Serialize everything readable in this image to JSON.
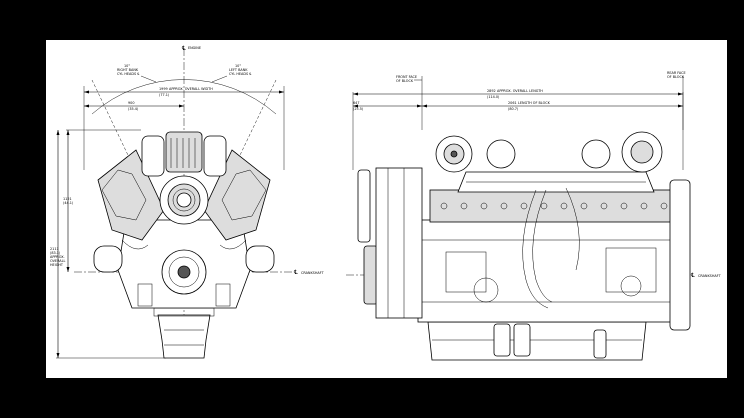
{
  "labels": {
    "engine_cl": "ENGINE",
    "right_bank_deg": "10°",
    "right_bank": "RIGHT BANK",
    "right_bank_cl": "CYL HEADS ℄",
    "left_bank_deg": "10°",
    "left_bank": "LEFT BANK",
    "left_bank_cl": "CYL HEADS ℄",
    "overall_width_mm": "1999",
    "overall_width_text": "APPROX. OVERALL WIDTH",
    "overall_width_in": "(77.1)",
    "half_width_mm": "900",
    "half_width_in": "(35.4)",
    "crank_height_mm": "1121",
    "crank_height_in": "(44.1)",
    "overall_height_mm": "2111",
    "overall_height_in": "(83.1)",
    "overall_height_text1": "APPROX.",
    "overall_height_text2": "OVERALL",
    "overall_height_text3": "HEIGHT",
    "front_face": "FRONT FACE",
    "front_face2": "OF BLOCK",
    "rear_face": "REAR FACE",
    "rear_face2": "OF BLOCK",
    "overall_length_mm": "2892",
    "overall_length_text": "APPROX. OVERALL LENGTH",
    "overall_length_in": "(114.0)",
    "front_offset_mm": "647",
    "front_offset_in": "(25.5)",
    "block_length_mm": "2061",
    "block_length_text": "LENGTH OF BLOCK",
    "block_length_in": "(80.7)",
    "crankshaft_front": "CRANKSHAFT",
    "crankshaft_side": "CRANKSHAFT"
  }
}
